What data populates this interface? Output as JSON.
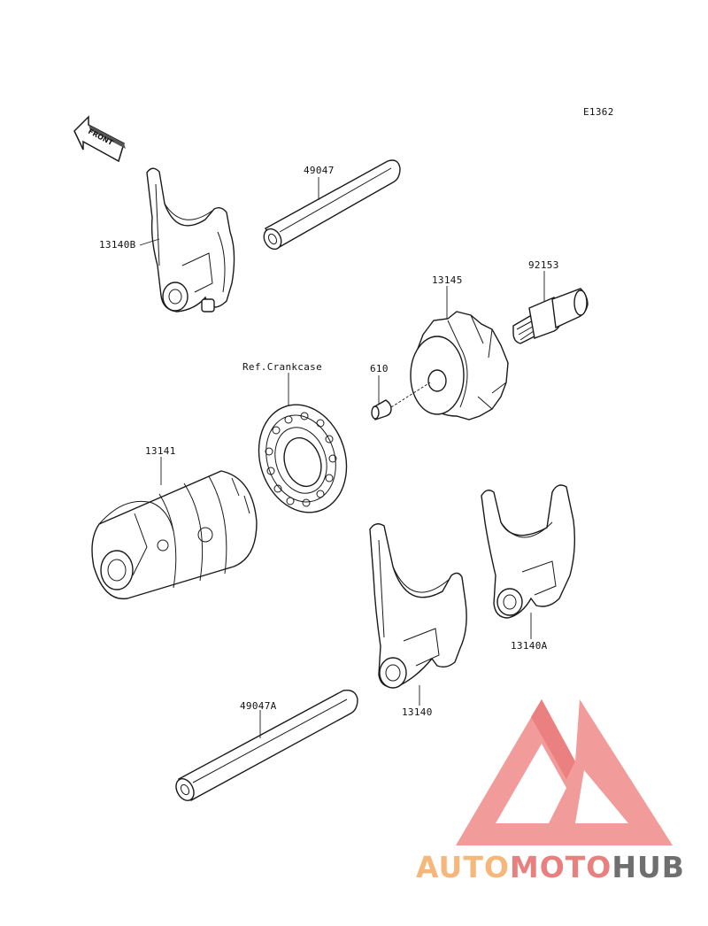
{
  "diagram": {
    "figure_code": "E1362",
    "front_arrow_label": "FRONT",
    "callouts": {
      "fork_13140b": "13140B",
      "shaft_49047": "49047",
      "cam_13145": "13145",
      "bolt_92153": "92153",
      "pin_610": "610",
      "bearing_ref": "Ref.Crankcase",
      "drum_13141": "13141",
      "fork_13140": "13140",
      "fork_13140a": "13140A",
      "shaft_49047a": "49047A"
    }
  },
  "watermark": {
    "part1": "AUTO",
    "part2": "MOTO",
    "part3": "HUB",
    "colors": {
      "auto": "#f5b87a",
      "moto": "#e88080",
      "hub": "#6f6f6f",
      "triangle": "#f08a8a"
    }
  }
}
